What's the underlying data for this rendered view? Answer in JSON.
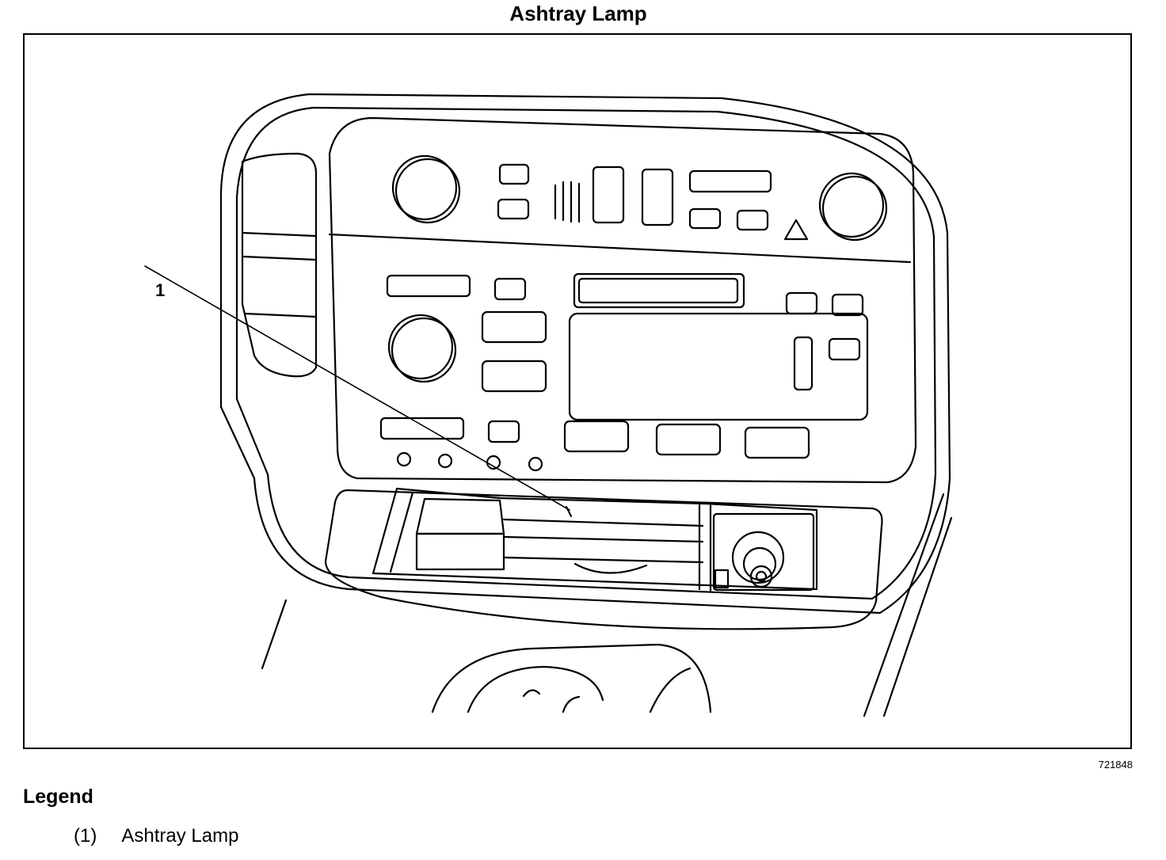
{
  "title": "Ashtray Lamp",
  "callout": "1",
  "figure_number": "721848",
  "legend": {
    "heading": "Legend",
    "items": [
      {
        "number": "(1)",
        "label": "Ashtray Lamp"
      }
    ]
  }
}
